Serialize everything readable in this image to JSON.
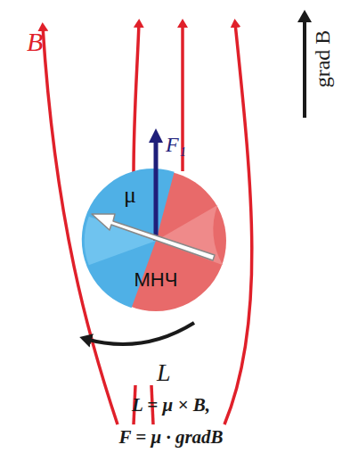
{
  "diagram": {
    "nodes": [
      {
        "text": [
          "μ",
          "МНЧ"
        ]
      }
    ],
    "labels": [
      "B",
      "grad B",
      "F₁",
      "L",
      "L = μ × B,",
      "F = μ · gradB"
    ]
  }
}
